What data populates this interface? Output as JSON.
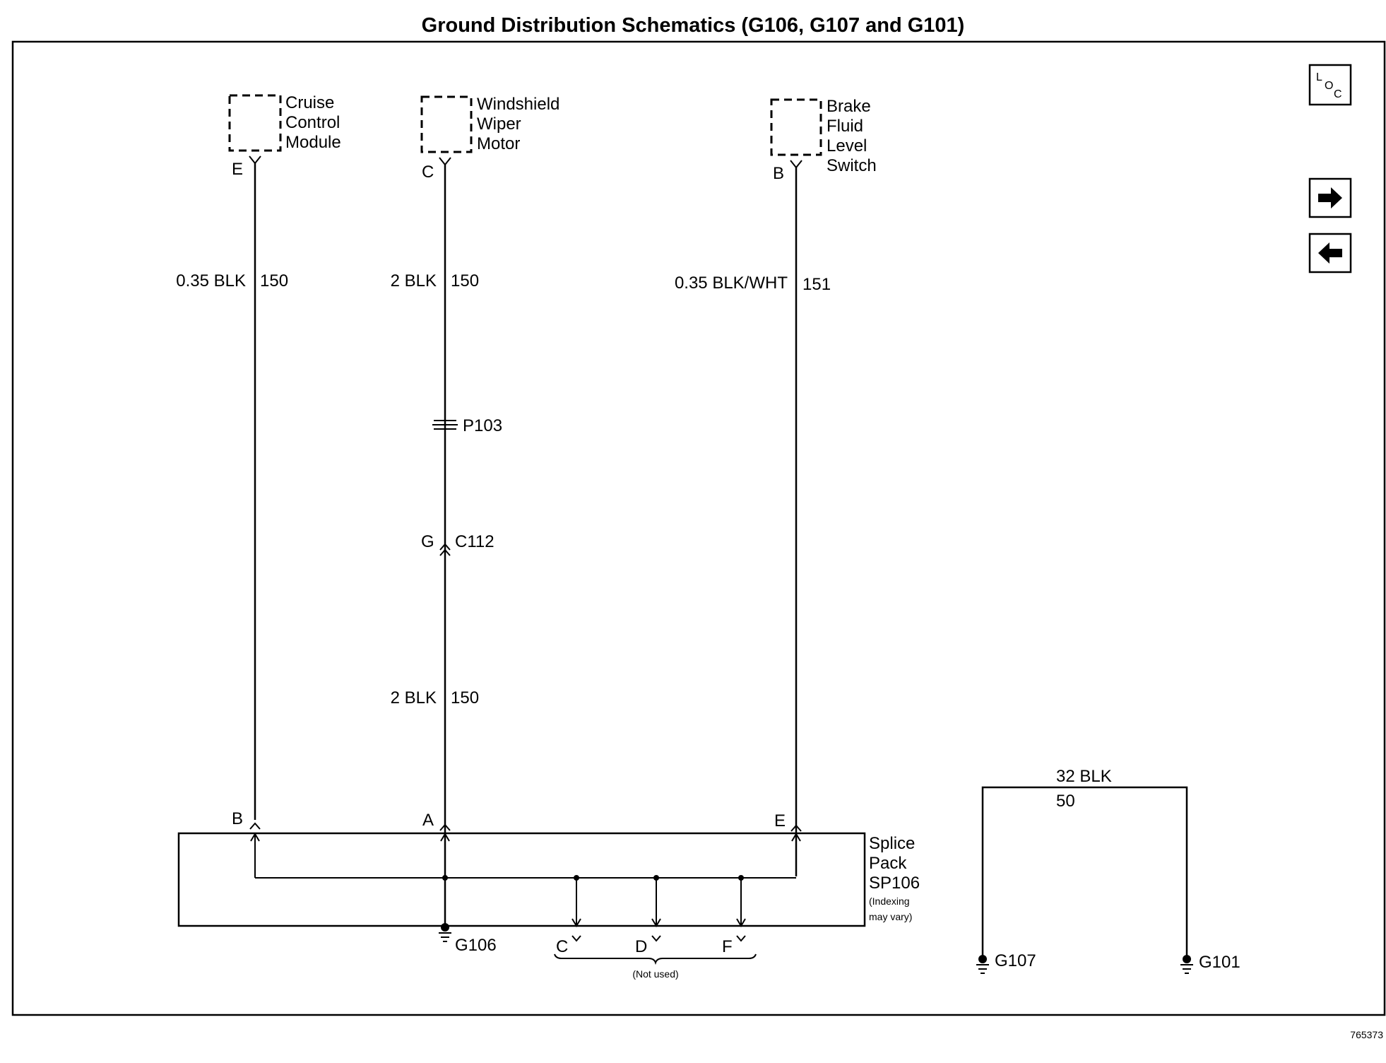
{
  "title": "Ground Distribution Schematics (G106, G107 and G101)",
  "components": {
    "cruise": {
      "lines": [
        "Cruise",
        "Control",
        "Module"
      ],
      "pin": "E"
    },
    "wiper": {
      "lines": [
        "Windshield",
        "Wiper",
        "Motor"
      ],
      "pin": "C"
    },
    "brake": {
      "lines": [
        "Brake",
        "Fluid",
        "Level",
        "Switch"
      ],
      "pin": "B"
    }
  },
  "wires": {
    "cruise": {
      "gauge_color": "0.35 BLK",
      "circuit": "150"
    },
    "wiper_upper": {
      "gauge_color": "2 BLK",
      "circuit": "150"
    },
    "wiper_lower": {
      "gauge_color": "2 BLK",
      "circuit": "150"
    },
    "brake": {
      "gauge_color": "0.35 BLK/WHT",
      "circuit": "151"
    },
    "ground_link": {
      "gauge_color": "32 BLK",
      "circuit": "50"
    }
  },
  "pass_through": {
    "label": "P103"
  },
  "connector": {
    "pin": "G",
    "label": "C112"
  },
  "splice_pack": {
    "lines": [
      "Splice",
      "Pack",
      "SP106"
    ],
    "note_lines": [
      "(Indexing",
      "may vary)"
    ],
    "pins_top": [
      "B",
      "A",
      "E"
    ],
    "pins_bottom": [
      "C",
      "D",
      "F"
    ],
    "unused_note": "(Not used)"
  },
  "grounds": {
    "g106": "G106",
    "g107": "G107",
    "g101": "G101"
  },
  "nav": {
    "loc_l": "L",
    "loc_o": "O",
    "loc_c": "C",
    "next_icon": "right-arrow-icon",
    "prev_icon": "left-arrow-icon"
  },
  "figure_number": "765373"
}
